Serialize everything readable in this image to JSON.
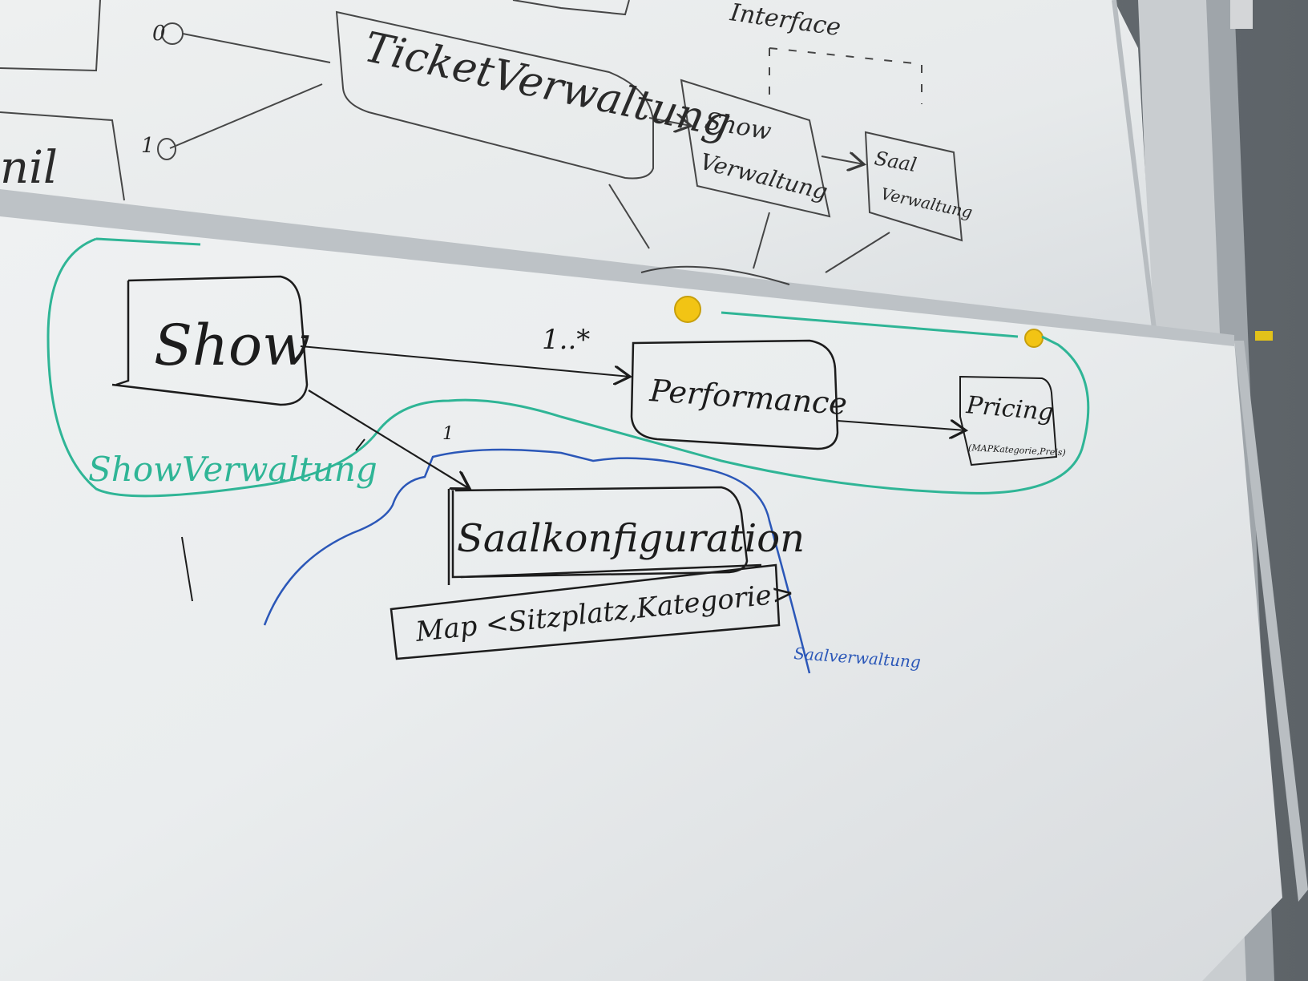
{
  "upper_board": {
    "boxes": {
      "ticket": "TicketVerwaltung",
      "show_line1": "Show",
      "show_line2": "Verwaltung",
      "saal_line1": "Saal",
      "saal_line2": "Verwaltung",
      "partial_left": "nil"
    },
    "interface_text": "Interface",
    "multiplicity_top": "0",
    "multiplicity_bottom": "1"
  },
  "lower_board": {
    "show": "Show",
    "performance": "Performance",
    "multiplicity": "1..*",
    "pricing_title": "Pricing",
    "pricing_sub": "(MAPKategorie,Preis)",
    "saal_konfig": "Saalkonfiguration",
    "map": "Map <Sitzplatz,Kategorie>",
    "group_green": "ShowVerwaltung",
    "group_blue": "Saalverwaltung",
    "small_mark": "1"
  },
  "colors": {
    "marker_black": "#1c1c1c",
    "marker_green": "#2fb596",
    "marker_blue": "#2b57b8",
    "magnet": "#f2c414"
  }
}
